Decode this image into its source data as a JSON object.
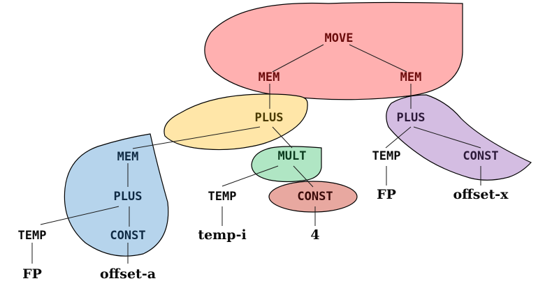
{
  "tree": {
    "move": "MOVE",
    "mem_left": "MEM",
    "mem_right": "MEM",
    "plus_left": "PLUS",
    "plus_right": "PLUS",
    "mem_a": "MEM",
    "plus_a": "PLUS",
    "temp_a": "TEMP",
    "const_a": "CONST",
    "fp_a": "FP",
    "offset_a": "offset-a",
    "mult": "MULT",
    "temp_i": "TEMP",
    "temp_i_leaf": "temp-i",
    "const_4": "CONST",
    "four": "4",
    "temp_x": "TEMP",
    "const_x": "CONST",
    "fp_x": "FP",
    "offset_x": "offset-x"
  },
  "colors": {
    "move_region": "#ffb0b0",
    "plus_left_region": "#ffe6a8",
    "mem_a_region": "#b6d4ec",
    "mult_region": "#b0e6c4",
    "const4_region": "#e8a8a0",
    "plus_right_region": "#d4bde2",
    "move_text": "#6b0b0b",
    "dark_text": "#0a0a0a"
  }
}
